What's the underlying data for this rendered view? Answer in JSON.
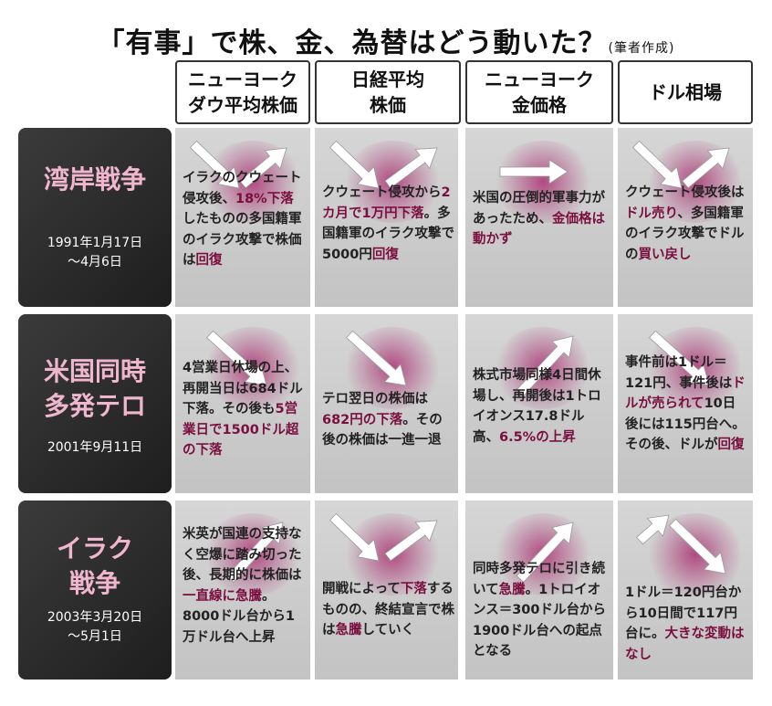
{
  "title": "「有事」で株、金、為替はどう動いた？",
  "title_note": "(筆者作成)",
  "columns": [
    "ニューヨーク\nダウ平均株価",
    "日経平均\n株価",
    "ニューヨーク\n金価格",
    "ドル相場"
  ],
  "rows": [
    {
      "name": "湾岸戦争",
      "date": "1991年1月17日\n～4月6日",
      "cells": [
        {
          "arrow": "down-up",
          "segments": [
            {
              "t": "イラクのクウェート侵攻後、"
            },
            {
              "t": "18%下落",
              "h": true
            },
            {
              "t": "したものの多国籍軍のイラク攻撃で株価は"
            },
            {
              "t": "回復",
              "h": true
            }
          ]
        },
        {
          "arrow": "down-up",
          "segments": [
            {
              "t": "クウェート侵攻から"
            },
            {
              "t": "2カ月で1万円下落",
              "h": true
            },
            {
              "t": "。多国籍軍のイラク攻撃で5000円"
            },
            {
              "t": "回復",
              "h": true
            }
          ]
        },
        {
          "arrow": "flat",
          "segments": [
            {
              "t": "米国の圧倒的軍事力があったため、"
            },
            {
              "t": "金価格は動かず",
              "h": true
            }
          ]
        },
        {
          "arrow": "down-up",
          "segments": [
            {
              "t": "クウェート侵攻後は"
            },
            {
              "t": "ドル売り",
              "h": true
            },
            {
              "t": "、多国籍軍のイラク攻撃でドルの"
            },
            {
              "t": "買い戻し",
              "h": true
            }
          ]
        }
      ]
    },
    {
      "name": "米国同時\n多発テロ",
      "date": "2001年9月11日",
      "cells": [
        {
          "arrow": "down",
          "segments": [
            {
              "t": "4営業日休場の上、再開当日は684ドル下落。その後も"
            },
            {
              "t": "5営業日で1500ドル超の下落",
              "h": true
            }
          ]
        },
        {
          "arrow": "down",
          "segments": [
            {
              "t": "テロ翌日の株価は"
            },
            {
              "t": "682円の下落",
              "h": true
            },
            {
              "t": "。その後の株価は一進一退"
            }
          ]
        },
        {
          "arrow": "up",
          "segments": [
            {
              "t": "株式市場同様4日間休場し、再開後は1トロイオンス17.8ドル高、"
            },
            {
              "t": "6.5%の上昇",
              "h": true
            }
          ]
        },
        {
          "arrow": "down",
          "segments": [
            {
              "t": "事件前は1ドル＝121円、事件後は"
            },
            {
              "t": "ドルが売られて",
              "h": true
            },
            {
              "t": "10日後には115円台へ。その後、ドルが"
            },
            {
              "t": "回復",
              "h": true
            }
          ]
        }
      ]
    },
    {
      "name": "イラク\n戦争",
      "date": "2003年3月20日\n～5月1日",
      "cells": [
        {
          "arrow": "up",
          "segments": [
            {
              "t": "米英が国連の支持なく空爆に踏み切った後、長期的に株価は"
            },
            {
              "t": "一直線に急騰",
              "h": true
            },
            {
              "t": "。8000ドル台から1万ドル台へ上昇"
            }
          ]
        },
        {
          "arrow": "down-up",
          "segments": [
            {
              "t": "開戦によって"
            },
            {
              "t": "下落",
              "h": true
            },
            {
              "t": "するものの、終結宣言で株は"
            },
            {
              "t": "急騰",
              "h": true
            },
            {
              "t": "していく"
            }
          ]
        },
        {
          "arrow": "up",
          "segments": [
            {
              "t": "同時多発テロに引き続いて"
            },
            {
              "t": "急騰",
              "h": true
            },
            {
              "t": "。1トロイオンス＝300ドル台から1900ドル台への起点となる"
            }
          ]
        },
        {
          "arrow": "up-down",
          "segments": [
            {
              "t": "1ドル＝120円台から10日間で117円台に。"
            },
            {
              "t": "大きな変動はなし",
              "h": true
            }
          ]
        }
      ]
    }
  ]
}
